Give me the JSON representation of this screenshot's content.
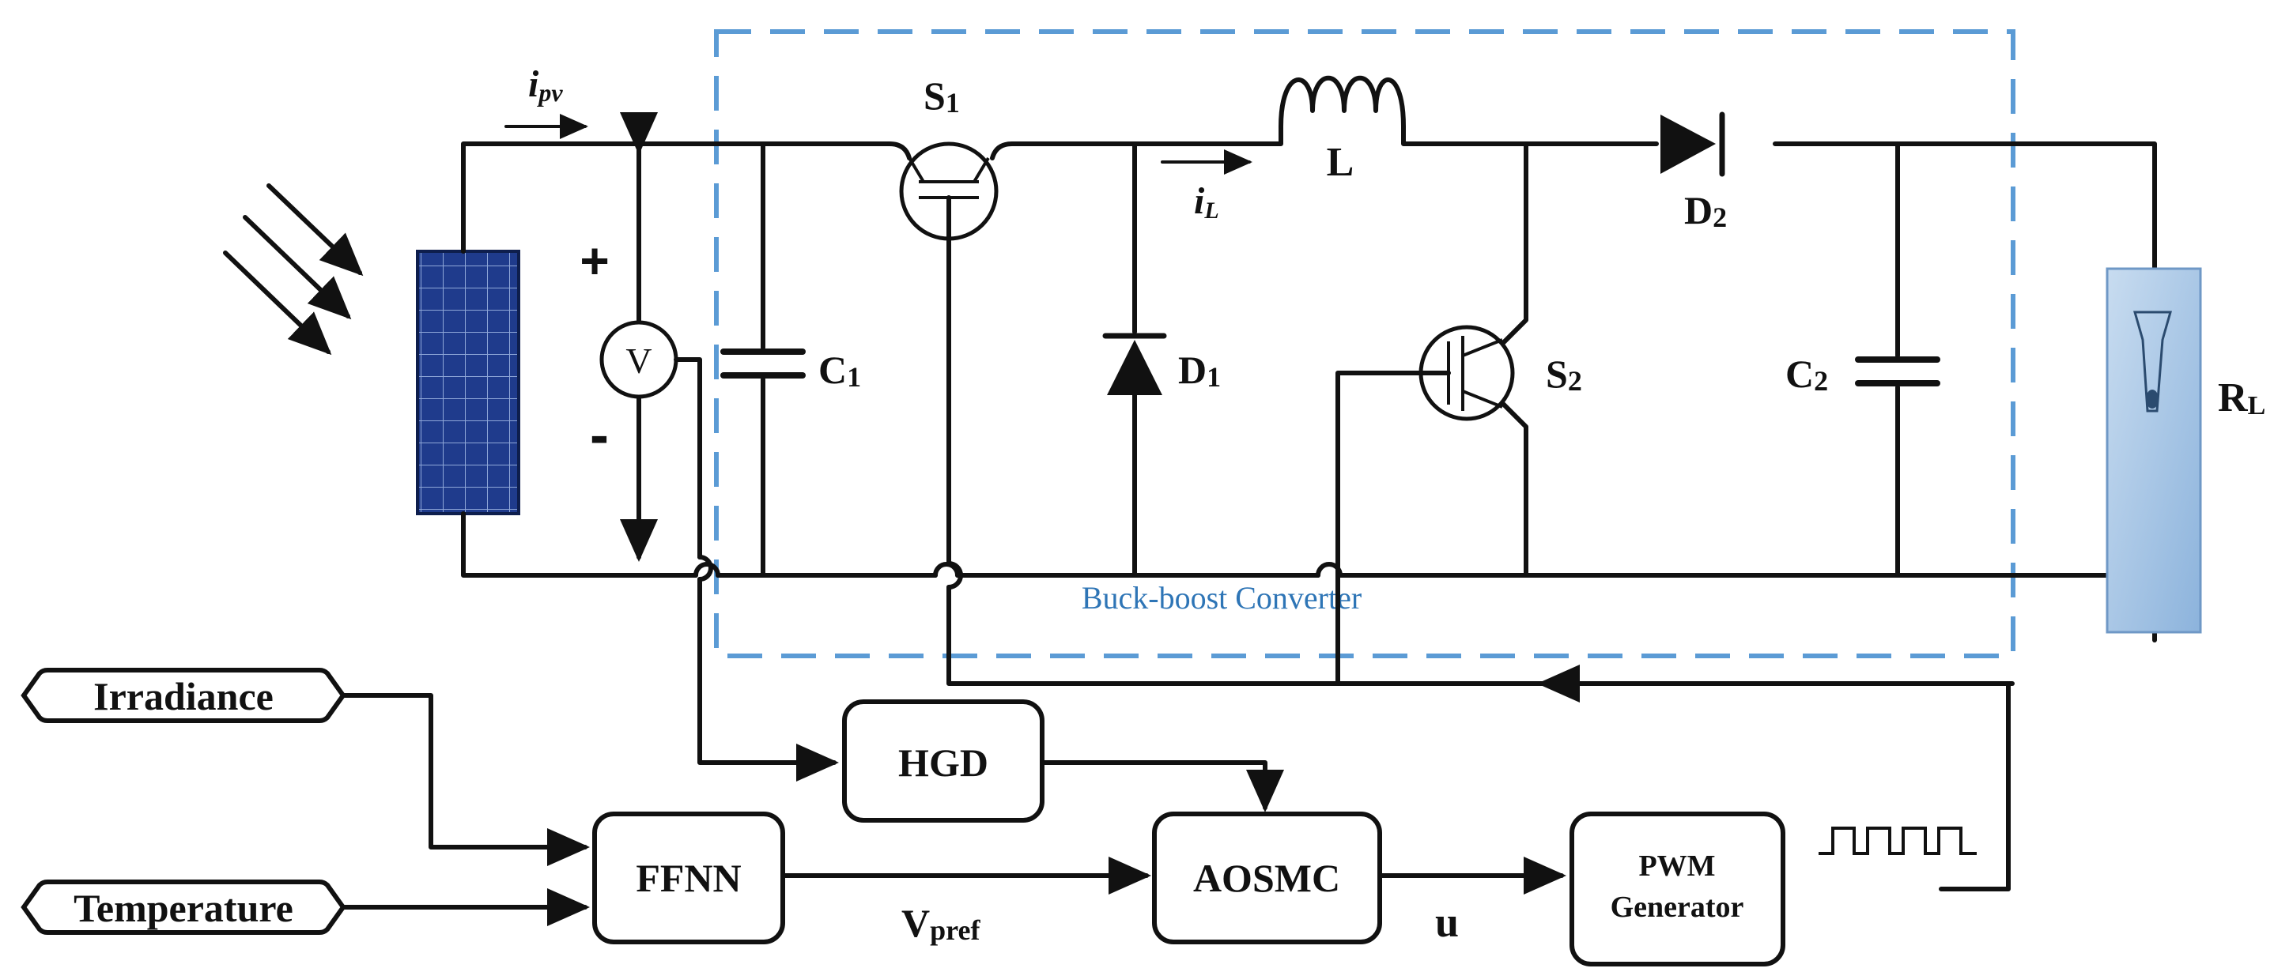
{
  "converter_label": "Buck-boost Converter",
  "components": {
    "s1": {
      "main": "S",
      "sub": "1"
    },
    "s2": {
      "main": "S",
      "sub": "2"
    },
    "c1": {
      "main": "C",
      "sub": "1"
    },
    "c2": {
      "main": "C",
      "sub": "2"
    },
    "d1": {
      "main": "D",
      "sub": "1"
    },
    "d2": {
      "main": "D",
      "sub": "2"
    },
    "inductor": "L",
    "load": {
      "main": "R",
      "sub": "L"
    },
    "voltmeter": "V",
    "plus": "+",
    "minus": "-"
  },
  "currents": {
    "ipv": {
      "main": "i",
      "sub": "pv"
    },
    "il": {
      "main": "i",
      "sub": "L"
    }
  },
  "inputs": {
    "irradiance": "Irradiance",
    "temperature": "Temperature"
  },
  "blocks": {
    "hgd": "HGD",
    "ffnn": "FFNN",
    "aosmc": "AOSMC",
    "pwm_line1": "PWM",
    "pwm_line2": "Generator"
  },
  "signals": {
    "vpref": {
      "main": "V",
      "sub": "pref"
    },
    "u": "u"
  },
  "colors": {
    "wire": "#111111",
    "converter_border": "#5b9bd5",
    "converter_label": "#2e75b6",
    "solar_panel": "#1f3b8c",
    "load": "#a9c8e8"
  }
}
